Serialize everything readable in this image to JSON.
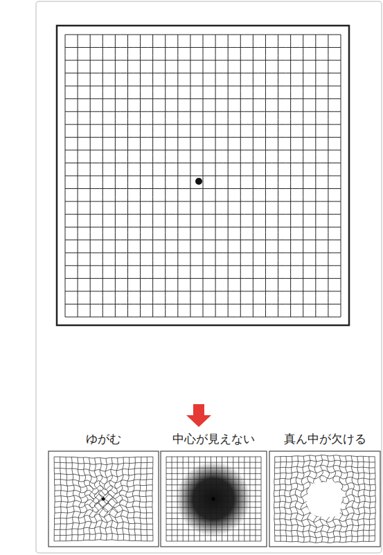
{
  "diagram": {
    "labels": [
      "ゆがむ",
      "中心が見えない",
      "真ん中が欠ける"
    ]
  }
}
